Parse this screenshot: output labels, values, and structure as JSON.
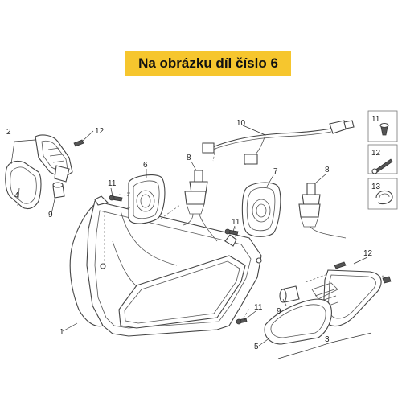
{
  "banner": {
    "text": "Na obrázku díl číslo 6",
    "color": "#f6c62e"
  },
  "callouts": [
    "1",
    "2",
    "3",
    "4",
    "5",
    "6",
    "7",
    "8",
    "8",
    "9",
    "9",
    "10",
    "11",
    "11",
    "11",
    "12",
    "12"
  ],
  "legend": {
    "items": [
      "11",
      "12",
      "13"
    ]
  }
}
